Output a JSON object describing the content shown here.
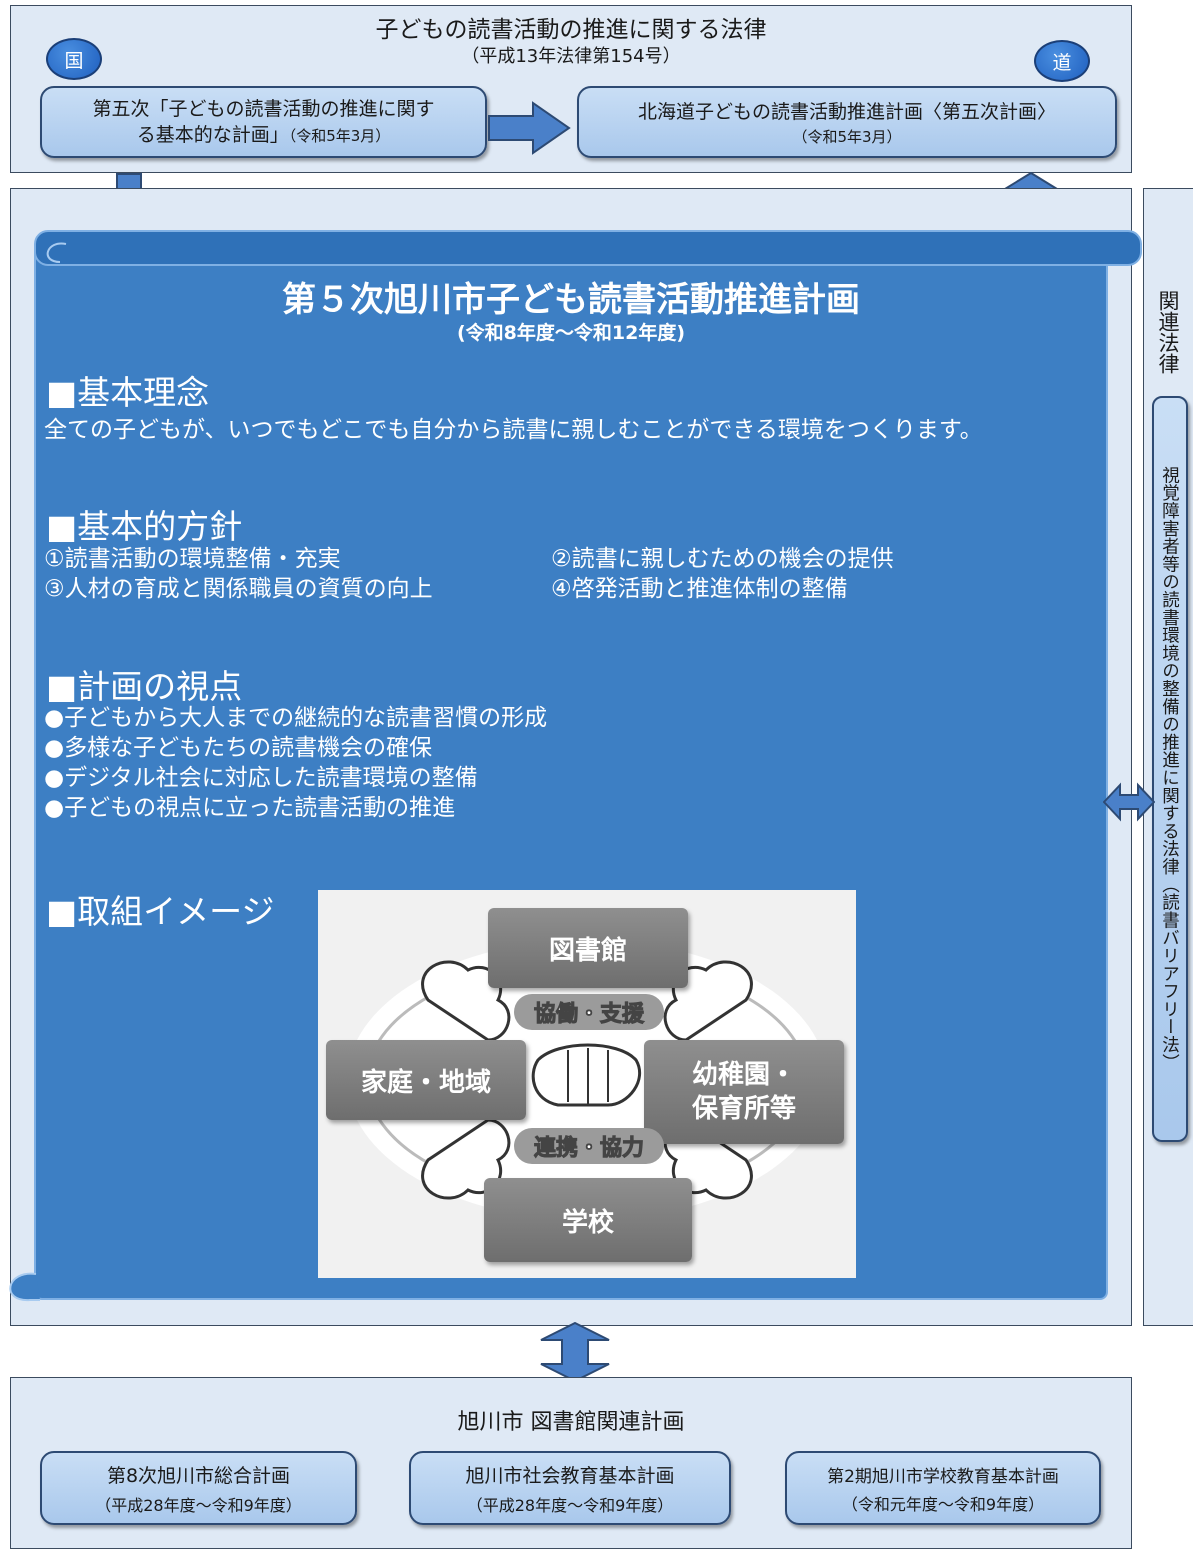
{
  "top": {
    "title": "子どもの読書活動の推進に関する法律",
    "subtitle": "（平成13年法律第154号）",
    "badge_national": "国",
    "badge_prefecture": "道",
    "national_plan_line1": "第五次「子どもの読書活動の推進に関す",
    "national_plan_line2": "る基本的な計画」",
    "national_plan_date": "（令和5年3月）",
    "hokkaido_plan": "北海道子どもの読書活動推進計画〈第五次計画〉",
    "hokkaido_plan_date": "（令和5年3月）"
  },
  "main": {
    "title": "第５次旭川市子ども読書活動推進計画",
    "period": "(令和8年度～令和12年度)",
    "philosophy_heading": "■基本理念",
    "philosophy_text": "全ての子どもが、いつでもどこでも自分から読書に親しむことができる環境をつくります。",
    "policy_heading": "■基本的方針",
    "policies": [
      "①読書活動の環境整備・充実",
      "②読書に親しむための機会の提供",
      "③人材の育成と関係職員の資質の向上",
      "④啓発活動と推進体制の整備"
    ],
    "viewpoint_heading": "■計画の視点",
    "viewpoints": [
      "●子どもから大人までの継続的な読書習慣の形成",
      "●多様な子どもたちの読書機会の確保",
      "●デジタル社会に対応した読書環境の整備",
      "●子どもの視点に立った読書活動の推進"
    ],
    "image_heading": "■取組イメージ",
    "diagram": {
      "library": "図書館",
      "home": "家庭・地域",
      "kindergarten_line1": "幼稚園・",
      "kindergarten_line2": "保育所等",
      "school": "学校",
      "upper_link": "協働・支援",
      "lower_link": "連携・協力"
    }
  },
  "side": {
    "heading": "関連法律",
    "law": "視覚障害者等の読書環境の整備の推進に関する法律（読書バリアフリー法）"
  },
  "bottom": {
    "title": "旭川市 図書館関連計画",
    "plans": [
      {
        "name": "第8次旭川市総合計画",
        "period": "（平成28年度～令和9年度）"
      },
      {
        "name": "旭川市社会教育基本計画",
        "period": "（平成28年度～令和9年度）"
      },
      {
        "name": "第2期旭川市学校教育基本計画",
        "period": "（令和元年度～令和9年度）"
      }
    ]
  },
  "colors": {
    "panel_bg": "#dfe9f5",
    "scroll_blue": "#3d7fc4",
    "arrow_blue": "#4a80c9"
  }
}
